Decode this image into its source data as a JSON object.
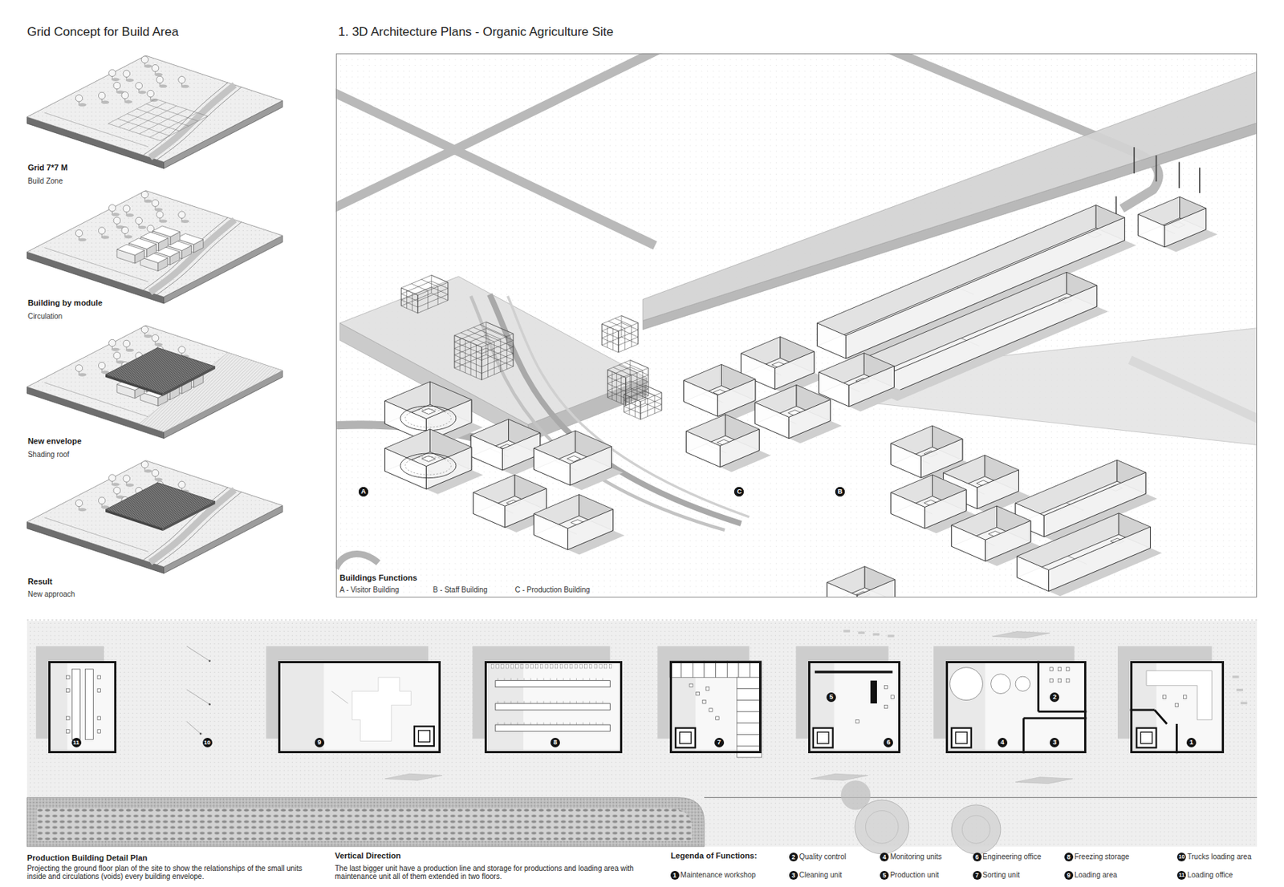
{
  "diagram": {
    "title": "1. 3D Architecture Plans - Organic Agriculture Site",
    "nodes": [
      {
        "text": [
          "Grid 7*7 M",
          "Build Zone"
        ]
      },
      {
        "text": [
          "Building by module",
          "Circulation"
        ]
      },
      {
        "text": [
          "New envelope",
          "Shading roof"
        ]
      },
      {
        "text": [
          "Result",
          "New approach"
        ]
      },
      {
        "text": [
          "Buildings Functions",
          "A - Visitor Building",
          "B - Staff Building",
          "C - Production Building"
        ]
      },
      {
        "text": [
          "A"
        ],
        "in": 4
      },
      {
        "text": [
          "C"
        ],
        "in": 4
      },
      {
        "text": [
          "B"
        ],
        "in": 4
      },
      {
        "text": [
          "11"
        ]
      },
      {
        "text": [
          "9"
        ]
      },
      {
        "text": [
          "8"
        ]
      },
      {
        "text": [
          "7"
        ]
      },
      {
        "text": [
          "5",
          "6"
        ]
      },
      {
        "text": [
          "2",
          "4",
          "3"
        ]
      },
      {
        "text": [
          "1"
        ]
      }
    ],
    "labels": [
      "Grid Concept for Build Area",
      "10",
      "Production Building Detail Plan",
      "Projecting the ground floor plan of the site to show the relationships of the small units inside and circulations (voids) every building envelope.",
      "Vertical Direction",
      "The last bigger unit have a production line and storage for productions and loading area with maintenance unit all of them extended in two floors.",
      "Legenda of Functions:",
      "1",
      "2",
      "3",
      "4",
      "5",
      "6",
      "7",
      "8",
      "9",
      "10",
      "11"
    ],
    "legend": [
      {
        "text": "Maintenance workshop"
      },
      {
        "text": "Quality control"
      },
      {
        "text": "Cleaning unit"
      },
      {
        "text": "Monitoring units"
      },
      {
        "text": "Production unit"
      },
      {
        "text": "Engineering office"
      },
      {
        "text": "Sorting unit"
      },
      {
        "text": "Freezing storage"
      },
      {
        "text": "Loading area"
      },
      {
        "text": "Trucks loading area"
      },
      {
        "text": "Loading office"
      }
    ]
  }
}
